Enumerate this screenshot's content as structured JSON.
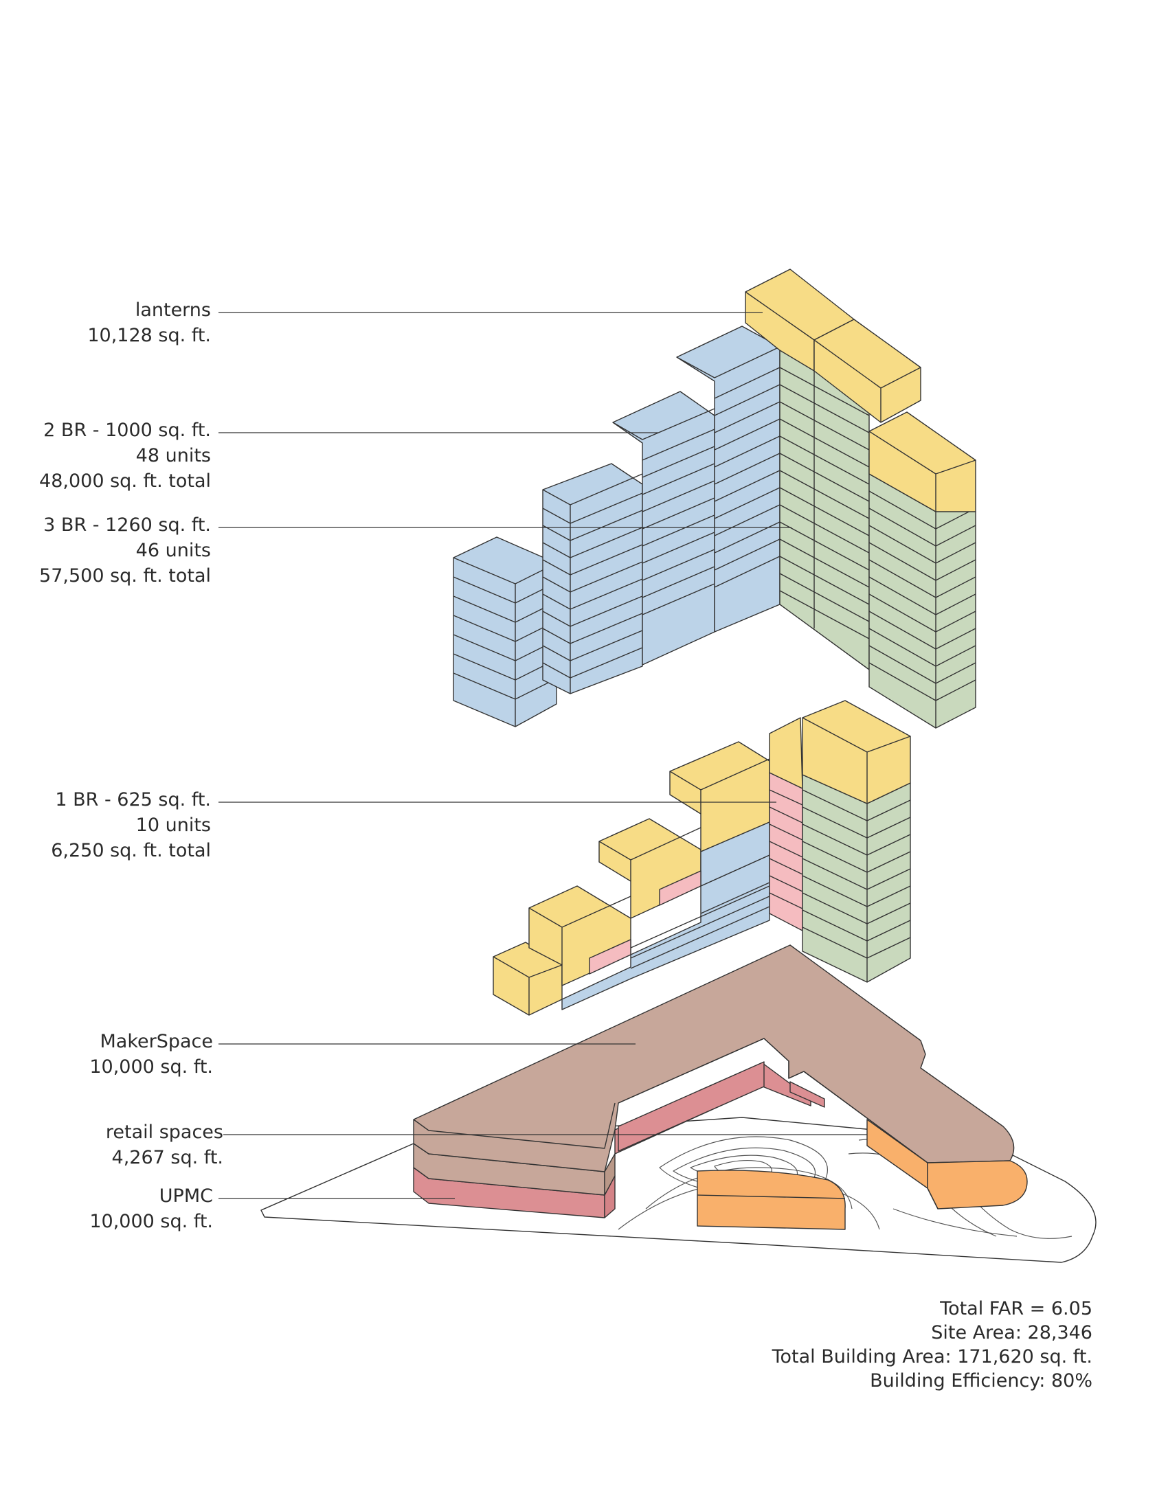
{
  "labels": {
    "lanterns": {
      "name": "lanterns",
      "area": "10,128 sq. ft."
    },
    "two_br": {
      "name": "2 BR - 1000 sq. ft.",
      "units": "48 units",
      "total": "48,000 sq. ft. total"
    },
    "three_br": {
      "name": "3 BR - 1260 sq. ft.",
      "units": "46 units",
      "total": "57,500 sq. ft. total"
    },
    "one_br": {
      "name": "1 BR - 625 sq. ft.",
      "units": "10 units",
      "total": "6,250 sq. ft. total"
    },
    "makerspace": {
      "name": "MakerSpace",
      "area": "10,000 sq. ft."
    },
    "retail": {
      "name": "retail spaces",
      "area": "4,267 sq. ft."
    },
    "upmc": {
      "name": "UPMC",
      "area": "10,000 sq. ft."
    }
  },
  "summary": {
    "far": "Total FAR = 6.05",
    "site_area": "Site Area: 28,346",
    "building_area": "Total Building Area: 171,620 sq. ft.",
    "efficiency": "Building Efficiency: 80%"
  },
  "colors": {
    "lanterns": "#f7dc86",
    "two_br": "#bcd3e8",
    "three_br": "#c9d9bd",
    "one_br": "#f5bcc0",
    "makerspace": "#c7a79a",
    "upmc": "#dc8f93",
    "retail": "#f9b06b"
  }
}
